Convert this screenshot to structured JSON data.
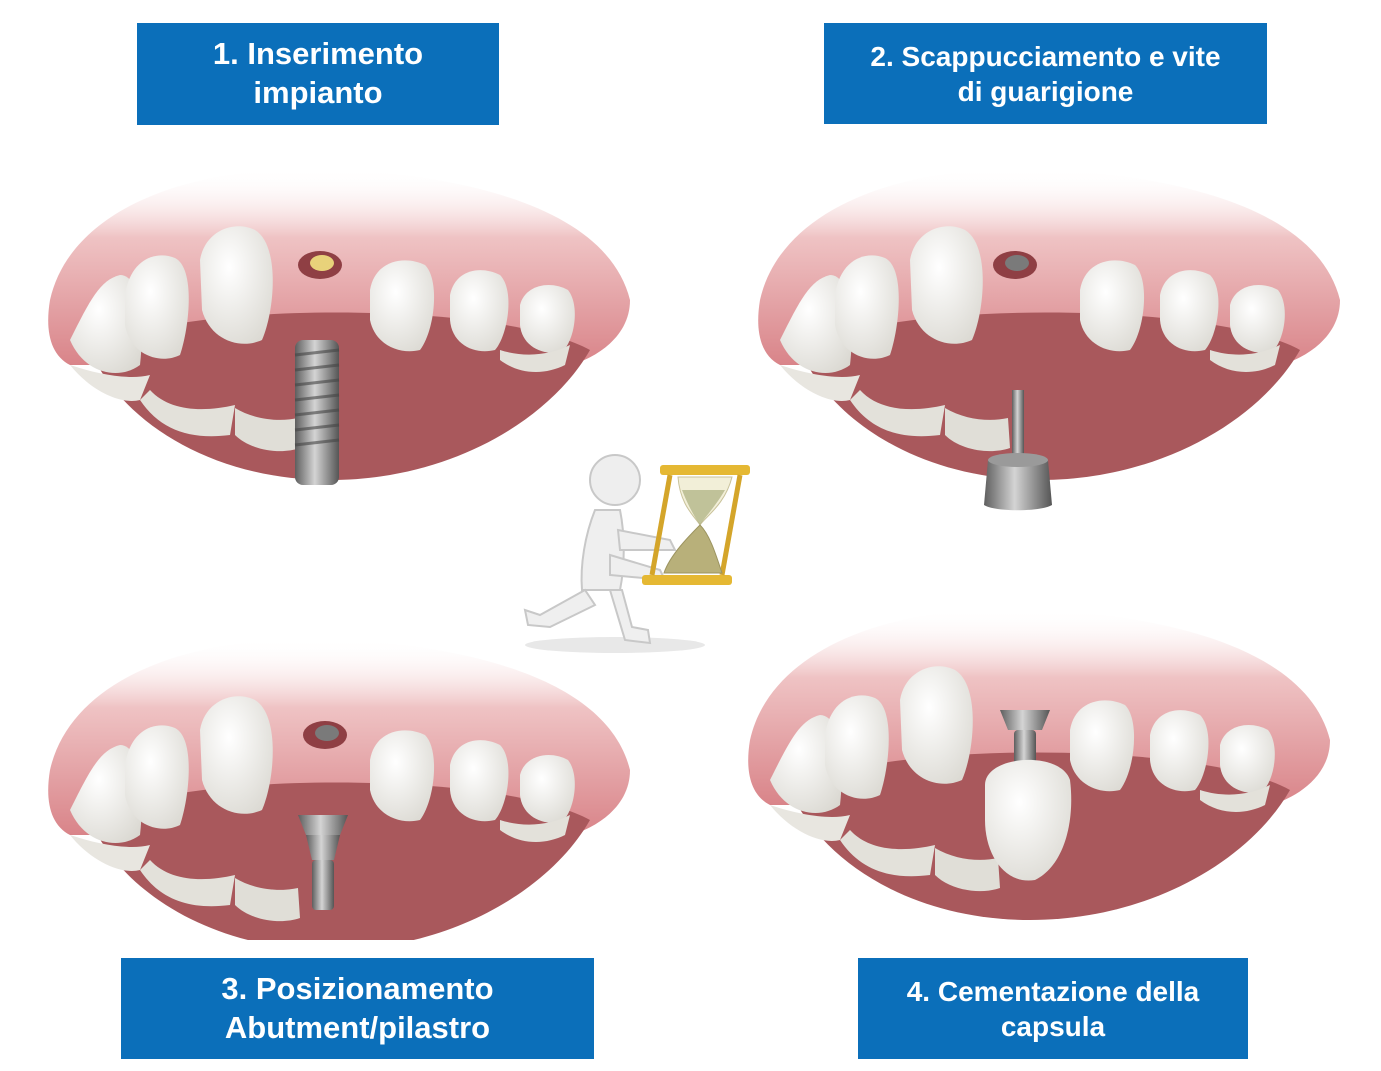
{
  "steps": [
    {
      "label": "1.  Inserimento\nimpianto"
    },
    {
      "label": "2.  Scappucciamento e   vite\ndi guarigione"
    },
    {
      "label": "3.  Posizionamento\nAbutment/pilastro"
    },
    {
      "label": "4. Cementazione della\ncapsula"
    }
  ],
  "colors": {
    "label_bg": "#0b6fba",
    "gum": "#e29a9e",
    "palate": "#a9585c",
    "tooth": "#f7f6f2",
    "metal": "#8a8a8a",
    "hourglass": "#e5b833"
  },
  "icons": [
    "dental-arch-implant-illustration",
    "dental-arch-healing-screw-illustration",
    "dental-arch-abutment-illustration",
    "dental-arch-crown-illustration",
    "person-with-hourglass-icon"
  ]
}
